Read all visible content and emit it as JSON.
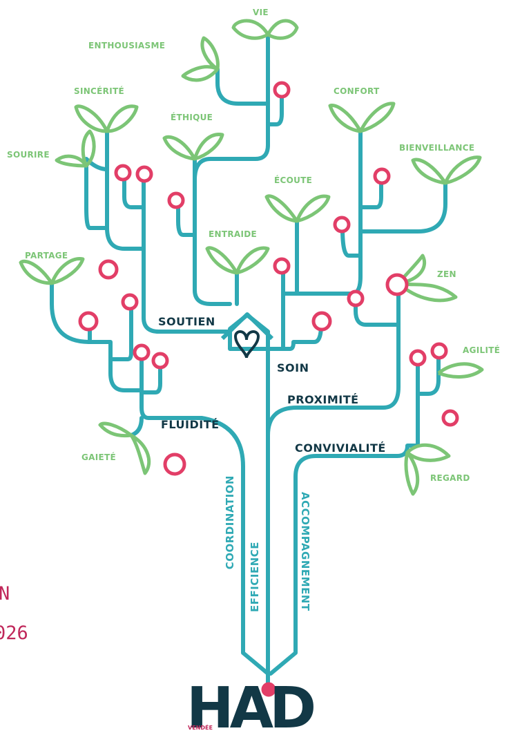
{
  "colors": {
    "branch": "#2fa9b4",
    "leaf": "#7cc576",
    "fruit": "#e23e67",
    "navy": "#123846",
    "accent": "#c0275a"
  },
  "leaf_labels": [
    "VIE",
    "ENTHOUSIASME",
    "SINCÉRITÉ",
    "CONFORT",
    "ÉTHIQUE",
    "SOURIRE",
    "BIENVEILLANCE",
    "ÉCOUTE",
    "ENTRAIDE",
    "PARTAGE",
    "ZEN",
    "AGILITÉ",
    "GAIETÉ",
    "REGARD"
  ],
  "branch_labels": [
    "SOUTIEN",
    "SOIN",
    "PROXIMITÉ",
    "FLUIDITÉ",
    "CONVIVIALITÉ"
  ],
  "trunk_labels": [
    "COORDINATION",
    "EFFICIENCE",
    "ACCOMPAGNEMENT"
  ],
  "side_text": [
    "N",
    "026"
  ],
  "logo": {
    "main": "HAD",
    "sub": "VENDÉE"
  }
}
